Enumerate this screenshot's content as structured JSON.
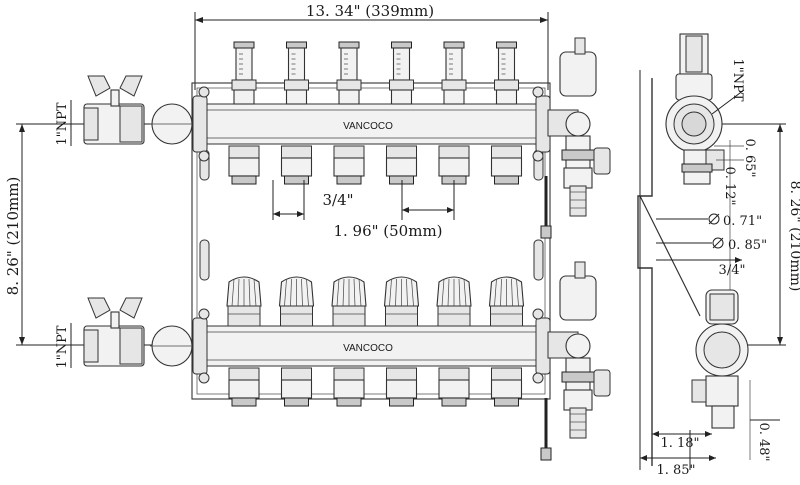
{
  "brand": "VANCOCO",
  "dimensions": {
    "overall_width": "13. 34\" (339mm)",
    "overall_height_left": "8. 26\" (210mm)",
    "overall_height_right": "8. 26\" (210mm)",
    "loop_connection": "3/4\"",
    "loop_spacing": "1. 96\" (50mm)",
    "inlet_npt_top": "1\"NPT",
    "inlet_npt_bottom": "1\"NPT",
    "side_npt": "1\"NPT",
    "side_065": "0. 65\"",
    "side_012": "0. 12\"",
    "side_071": "0. 71\"",
    "side_085": "0. 85\"",
    "side_34": "3/4\"",
    "side_118": "1. 18\"",
    "side_185": "1. 85\"",
    "side_048": "0. 48\""
  },
  "loop_count": 6
}
